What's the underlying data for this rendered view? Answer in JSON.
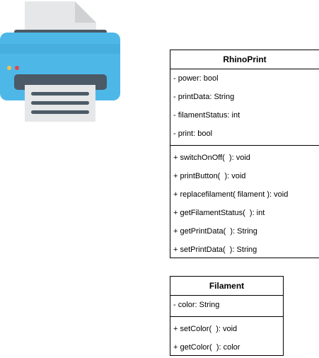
{
  "icon": {
    "name": "printer-icon",
    "colors": {
      "body": "#4DB8E8",
      "body_dark": "#3A9FD0",
      "slot": "#4B5A66",
      "paper": "#E6E7E8",
      "paper_fold": "#CFD1D3",
      "led_yellow": "#F2C14E",
      "led_red": "#E2474B"
    }
  },
  "classes": [
    {
      "name": "RhinoPrint",
      "attributes": [
        "- power: bool",
        "- printData: String",
        "- filamentStatus: int",
        "- print: bool"
      ],
      "operations": [
        "+ switchOnOff(  ): void",
        "+ printButton(  ): void",
        "+ replacefilament( filament ): void",
        "+ getFilamentStatus(  ): int",
        "+ getPrintData(  ): String",
        "+ setPrintData(  ): String"
      ]
    },
    {
      "name": "Filament",
      "attributes": [
        "- color: String"
      ],
      "operations": [
        "+ setColor(  ): void",
        "+ getColor(  ): color"
      ]
    }
  ]
}
